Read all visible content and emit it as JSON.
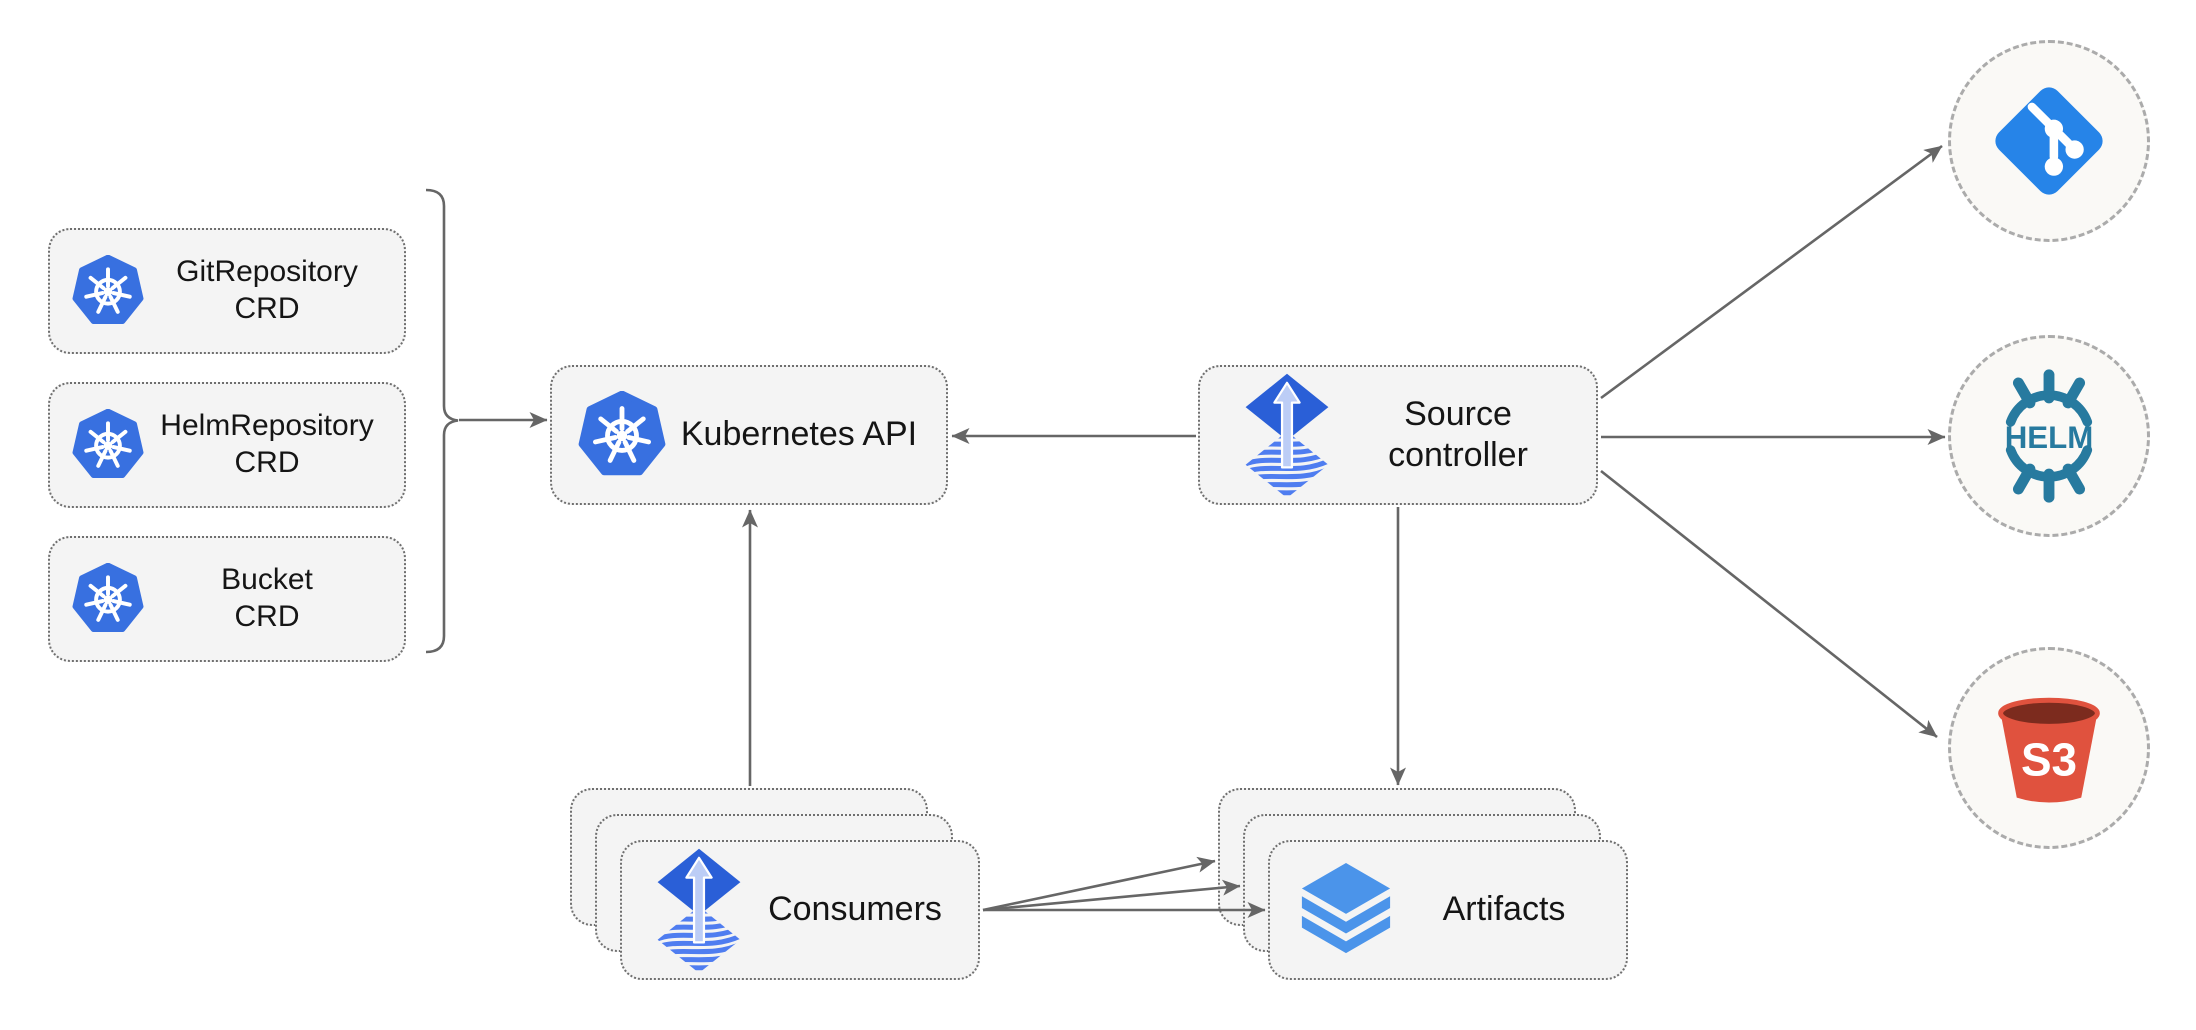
{
  "diagram": {
    "crd_boxes": [
      {
        "line1": "GitRepository",
        "line2": "CRD",
        "icon": "kubernetes-icon"
      },
      {
        "line1": "HelmRepository",
        "line2": "CRD",
        "icon": "kubernetes-icon"
      },
      {
        "line1": "Bucket",
        "line2": "CRD",
        "icon": "kubernetes-icon"
      }
    ],
    "kubernetes_api": {
      "label": "Kubernetes API",
      "icon": "kubernetes-icon"
    },
    "source_controller": {
      "line1": "Source",
      "line2": "controller",
      "icon": "flux-icon"
    },
    "consumers": {
      "label": "Consumers",
      "icon": "flux-icon",
      "stacked_count": 3
    },
    "artifacts": {
      "label": "Artifacts",
      "icon": "layers-icon",
      "stacked_count": 3
    },
    "external_endpoints": {
      "git": {
        "icon": "git-icon"
      },
      "helm": {
        "icon": "helm-icon",
        "text": "HELM"
      },
      "s3": {
        "icon": "s3-bucket-icon",
        "text": "S3"
      }
    },
    "edges": [
      {
        "from": "crd-boxes",
        "to": "kubernetes-api",
        "via": "bracket"
      },
      {
        "from": "source-controller",
        "to": "kubernetes-api"
      },
      {
        "from": "consumers",
        "to": "kubernetes-api"
      },
      {
        "from": "source-controller",
        "to": "artifacts"
      },
      {
        "from": "source-controller",
        "to": "git"
      },
      {
        "from": "source-controller",
        "to": "helm"
      },
      {
        "from": "source-controller",
        "to": "s3"
      },
      {
        "from": "consumers",
        "to": "artifacts",
        "count": 3
      }
    ],
    "colors": {
      "kubernetes_blue": "#3870e0",
      "flux_blue": "#2a5fd7",
      "flux_arrow_light": "#bccdf6",
      "flux_stripe_blue": "#4f7df0",
      "layers_blue": "#4b94ea",
      "git_blue": "#2684e8",
      "helm_teal": "#277a9f",
      "s3_red": "#e0523e",
      "s3_dark": "#7c2b1e",
      "arrow_gray": "#666666",
      "box_fill": "#f4f4f4",
      "box_border": "#6f6f6f",
      "circle_fill": "#faf9f6",
      "circle_border": "#ababab"
    }
  }
}
